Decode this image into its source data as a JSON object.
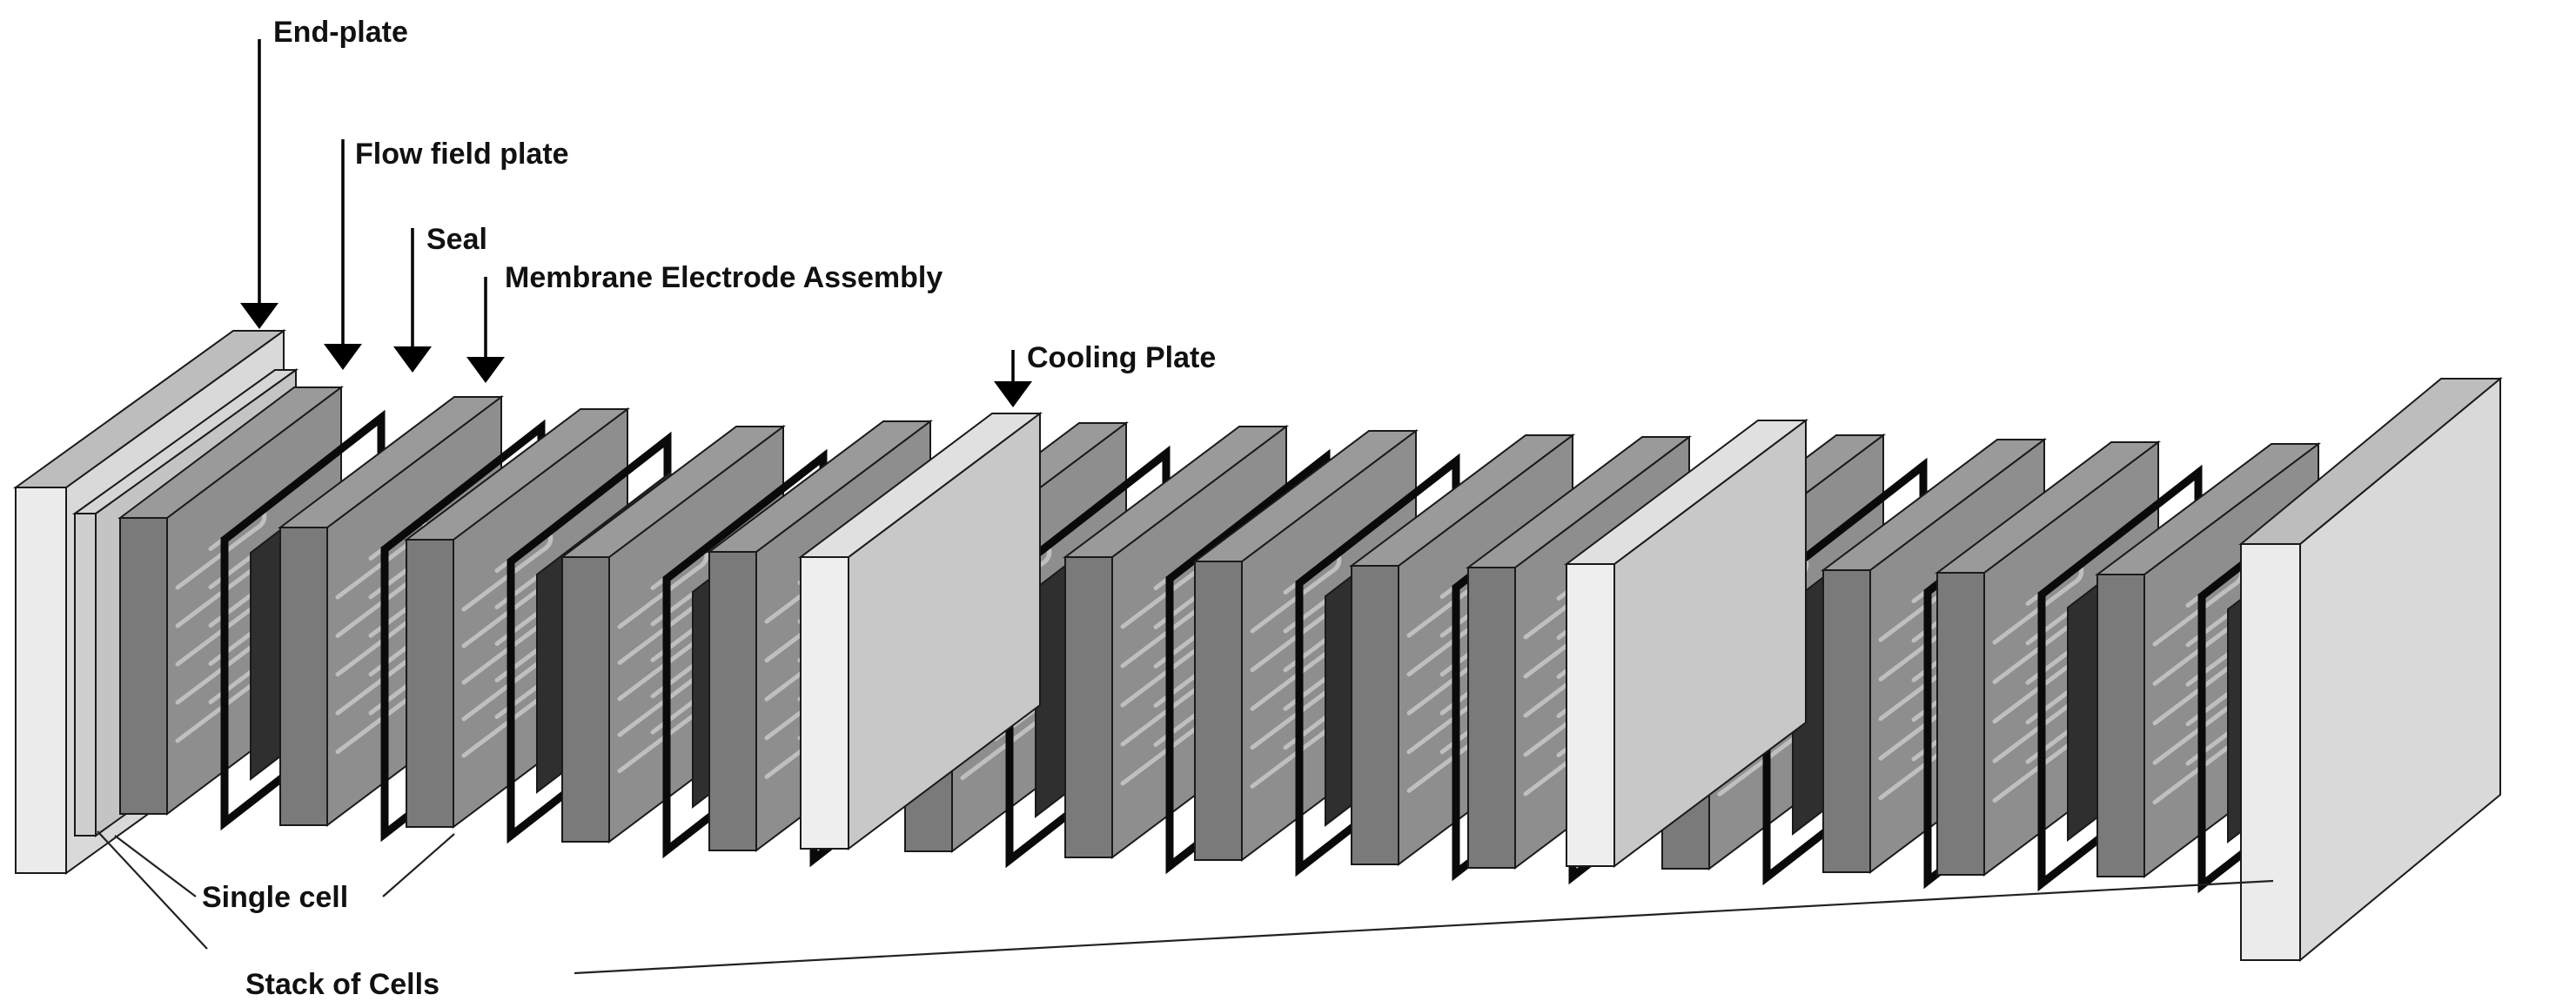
{
  "labels": {
    "end_plate": "End-plate",
    "flow_field_plate": "Flow field plate",
    "seal": "Seal",
    "mea": "Membrane Electrode Assembly",
    "cooling_plate": "Cooling Plate",
    "single_cell": "Single cell",
    "stack_of_cells": "Stack of Cells"
  },
  "colors": {
    "end_plate_face": "#d9d9d9",
    "end_plate_front": "#ebebeb",
    "end_plate_side": "#bdbdbd",
    "flow_plate_front": "#7a7a7a",
    "flow_plate_face": "#8e8e8e",
    "flow_plate_top": "#9a9a9a",
    "mea_face": "#2f2f2f",
    "seal": "#0a0a0a",
    "cooling_front": "#eeeeee",
    "cooling_face": "#c8c8c8",
    "cooling_top": "#e0e0e0"
  }
}
